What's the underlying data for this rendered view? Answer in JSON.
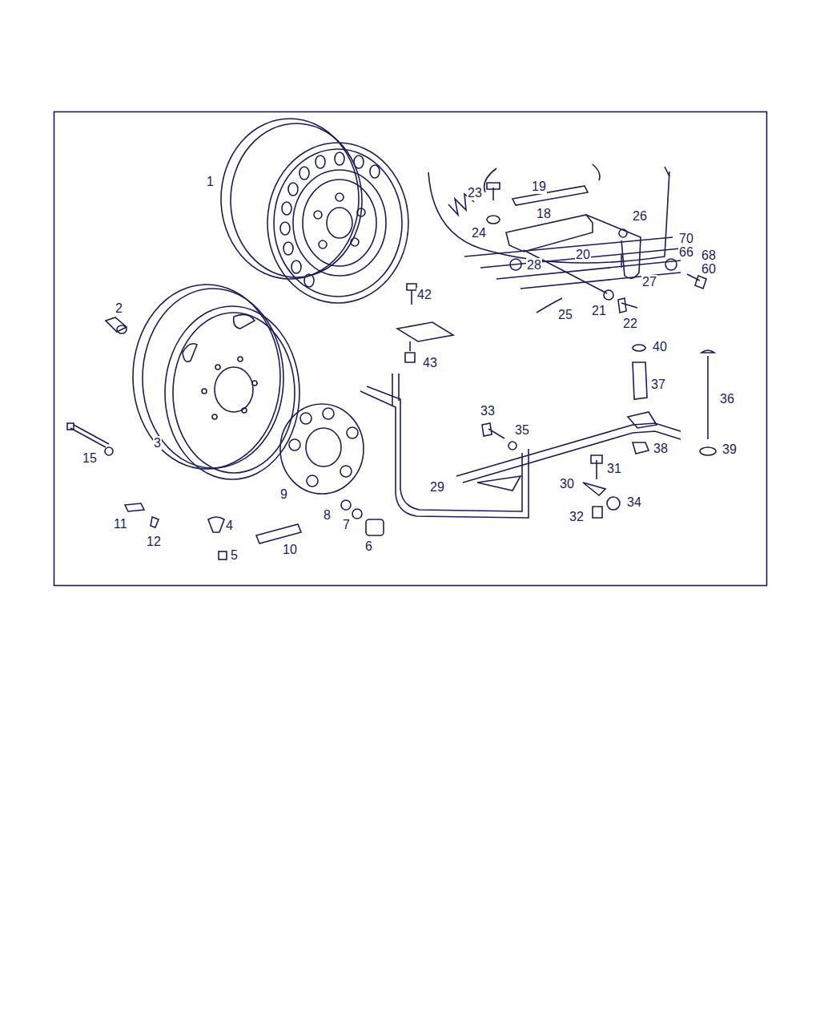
{
  "diagram": {
    "labels": [
      "1",
      "23",
      "19",
      "18",
      "26",
      "24",
      "70",
      "66",
      "68",
      "60",
      "20",
      "28",
      "27",
      "25",
      "21",
      "22",
      "42",
      "2",
      "43",
      "40",
      "37",
      "36",
      "33",
      "35",
      "38",
      "39",
      "3",
      "15",
      "31",
      "30",
      "34",
      "29",
      "9",
      "8",
      "7",
      "6",
      "11",
      "12",
      "4",
      "5",
      "10",
      "32"
    ]
  }
}
